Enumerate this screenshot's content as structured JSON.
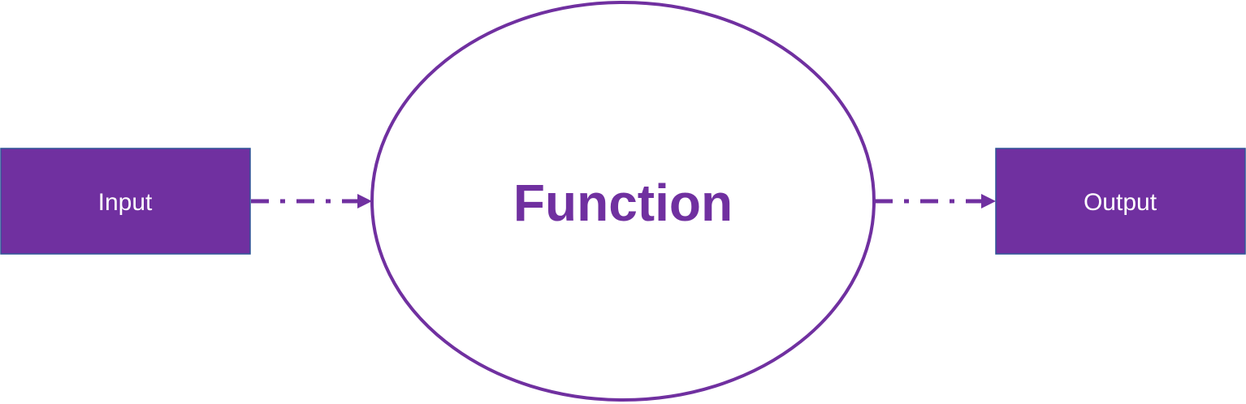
{
  "diagram": {
    "input_label": "Input",
    "function_label": "Function",
    "output_label": "Output"
  },
  "colors": {
    "primary": "#7030A0",
    "box_border": "#2F5597",
    "box_text": "#FFFFFF",
    "background": "#FFFFFF"
  },
  "connectors": [
    {
      "from": "Input",
      "to": "Function",
      "style": "dash-dot",
      "arrowhead": "triangle"
    },
    {
      "from": "Function",
      "to": "Output",
      "style": "dash-dot",
      "arrowhead": "triangle"
    }
  ]
}
